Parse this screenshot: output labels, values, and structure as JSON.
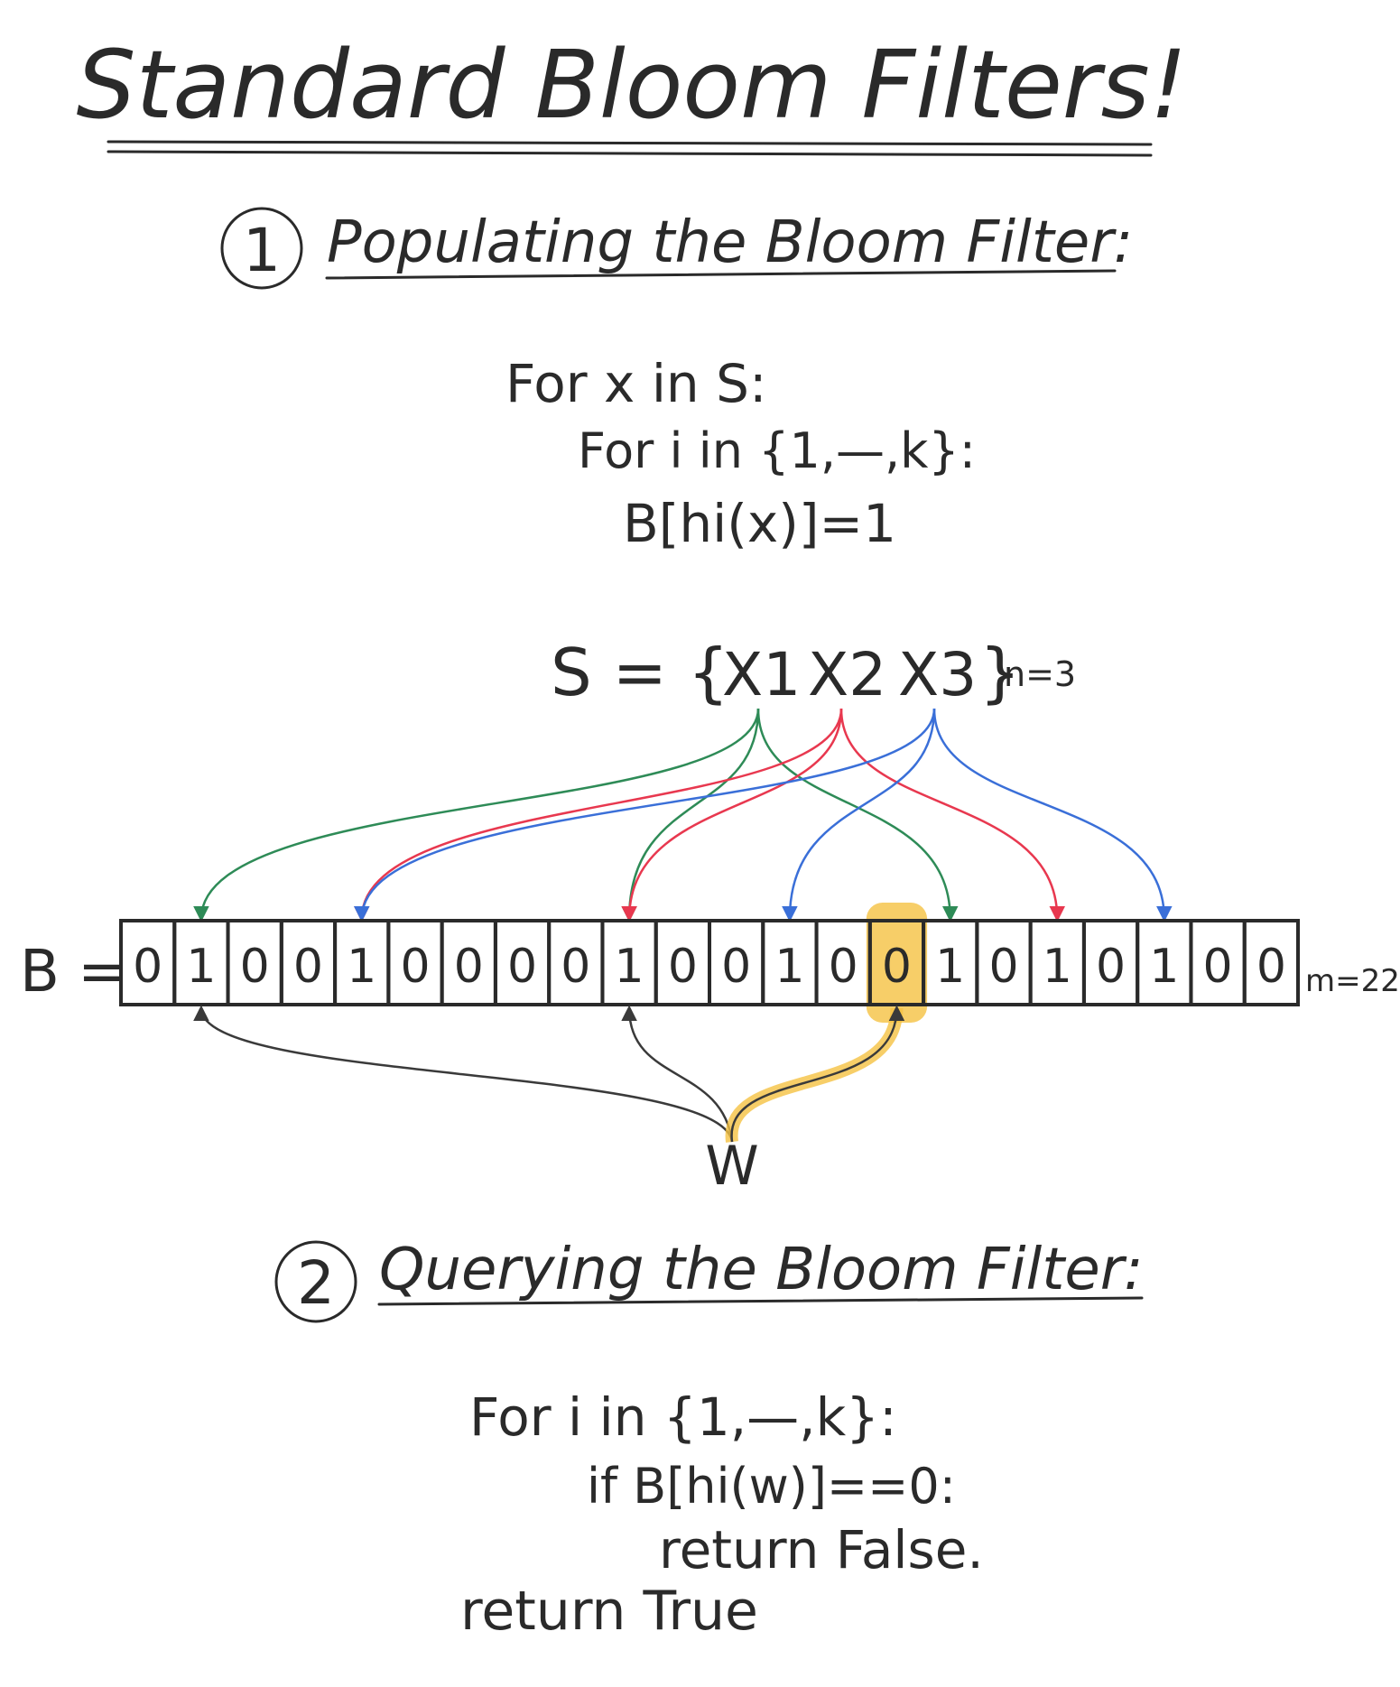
{
  "title": "Standard Bloom Filters!",
  "section1": {
    "number": "1",
    "heading": "Populating the Bloom Filter:",
    "code": [
      "For x in S:",
      "For i in {1,—,k}:",
      "B[hi(x)]=1"
    ]
  },
  "set": {
    "prefix": "S = {",
    "elements": [
      "X1",
      "X2",
      "X3"
    ],
    "suffix": "}",
    "size_label": "n=3"
  },
  "array": {
    "label": "B =",
    "size_label": "m=22",
    "bits": [
      0,
      1,
      0,
      0,
      1,
      0,
      0,
      0,
      0,
      1,
      0,
      0,
      1,
      0,
      0,
      1,
      0,
      1,
      0,
      1,
      0,
      0
    ]
  },
  "hashes": [
    {
      "element": "X1",
      "color": "#2e8b57",
      "targets": [
        1,
        9,
        15
      ]
    },
    {
      "element": "X2",
      "color": "#e8384f",
      "targets": [
        4,
        9,
        17
      ]
    },
    {
      "element": "X3",
      "color": "#3a6fd8",
      "targets": [
        4,
        12,
        19
      ]
    }
  ],
  "query": {
    "label": "W",
    "targets": [
      1,
      9,
      14
    ],
    "highlight_index": 14,
    "highlight_color": "#f5c242"
  },
  "section2": {
    "number": "2",
    "heading": "Querying the Bloom Filter:",
    "code": [
      "For i in {1,—,k}:",
      "if B[hi(w)]==0:",
      "return False.",
      "return True"
    ]
  }
}
